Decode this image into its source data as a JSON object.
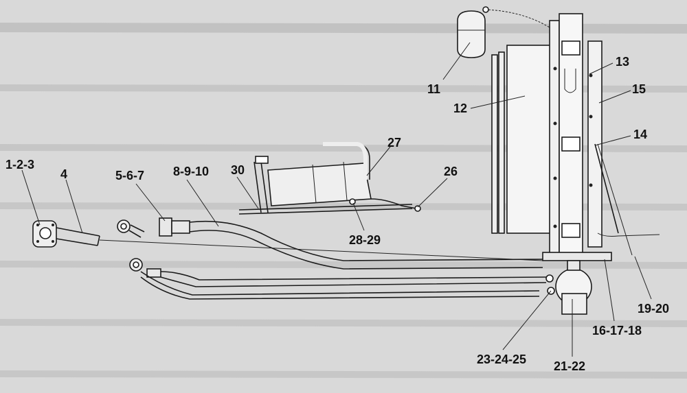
{
  "callouts": {
    "c1_2_3": "1-2-3",
    "c4": "4",
    "c5_6_7": "5-6-7",
    "c8_9_10": "8-9-10",
    "c30": "30",
    "c27": "27",
    "c26": "26",
    "c28_29": "28-29",
    "c11": "11",
    "c12": "12",
    "c13": "13",
    "c15": "15",
    "c14": "14",
    "c19_20": "19-20",
    "c16_17_18": "16-17-18",
    "c23_24_25": "23-24-25",
    "c21_22": "21-22"
  }
}
